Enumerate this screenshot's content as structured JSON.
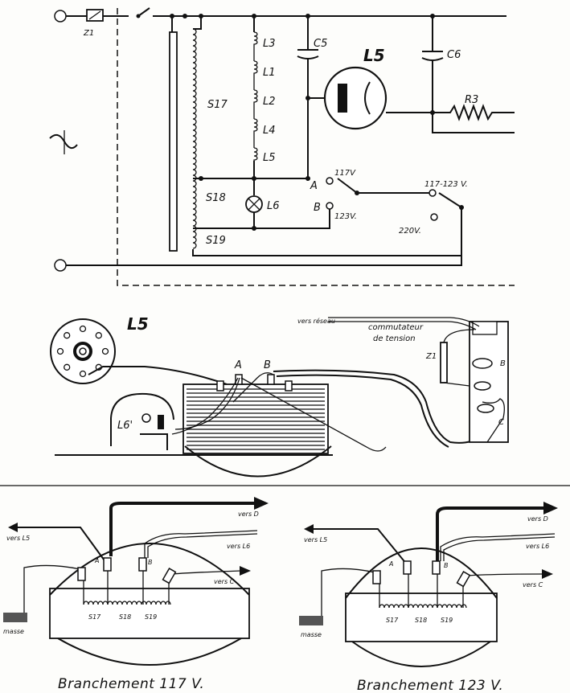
{
  "labels": {
    "z1": "Z1",
    "s17": "S17",
    "s18": "S18",
    "s19": "S19",
    "l3": "L3",
    "l1": "L1",
    "l2": "L2",
    "l4": "L4",
    "l5coil": "L5",
    "c5": "C5",
    "c6": "C6",
    "l5tube": "L5",
    "r3": "R3",
    "l6": "L6",
    "a": "A",
    "b": "B",
    "v117": "117V",
    "v123": "123V.",
    "v117_123": "117-123 V.",
    "v220": "220V."
  },
  "wiring": {
    "l5": "L5",
    "l6": "L6'",
    "a": "A",
    "b": "B",
    "z1": "Z1",
    "vers_reseau": "vers réseau",
    "commutateur": "commutateur",
    "de_tension": "de tension",
    "b_right": "B",
    "c_right": "C"
  },
  "detail_left": {
    "vers_l5": "vers L5",
    "vers_d": "vers D",
    "vers_l6": "vers L6",
    "vers_c": "vers C",
    "a": "A",
    "b": "B",
    "s17": "S17",
    "s18": "S18",
    "s19": "S19",
    "masse": "masse",
    "caption": "Branchement 117 V."
  },
  "detail_right": {
    "vers_l5": "vers L5",
    "vers_d": "vers D",
    "vers_l6": "vers L6",
    "vers_c": "vers C",
    "a": "A",
    "b": "B",
    "s17": "S17",
    "s18": "S18",
    "s19": "S19",
    "masse": "masse",
    "caption": "Branchement 123 V."
  }
}
